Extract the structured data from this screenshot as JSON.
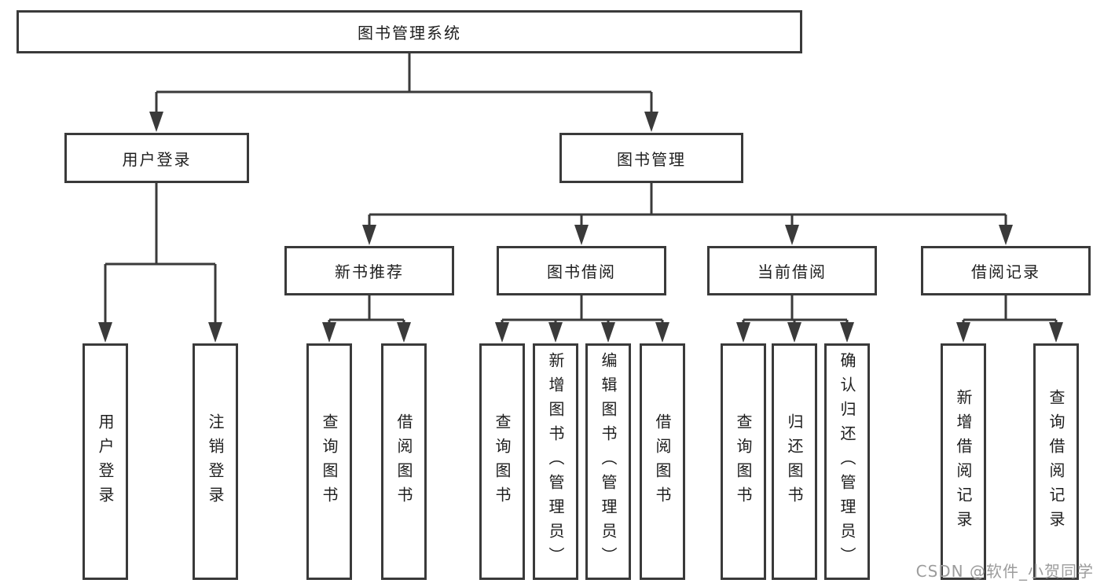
{
  "tree": {
    "root": {
      "label": "图书管理系统"
    },
    "user_login": {
      "label": "用户登录",
      "leaves": [
        "用户登录",
        "注销登录"
      ]
    },
    "book_mgmt": {
      "label": "图书管理",
      "groups": [
        {
          "label": "新书推荐",
          "leaves": [
            "查询图书",
            "借阅图书"
          ]
        },
        {
          "label": "图书借阅",
          "leaves": [
            "查询图书",
            "新增图书（管理员）",
            "编辑图书（管理员）",
            "借阅图书"
          ]
        },
        {
          "label": "当前借阅",
          "leaves": [
            "查询图书",
            "归还图书",
            "确认归还（管理员）"
          ]
        },
        {
          "label": "借阅记录",
          "leaves": [
            "新增借阅记录",
            "查询借阅记录"
          ]
        }
      ]
    }
  },
  "watermark": "CSDN @软件_小贺同学",
  "colors": {
    "line": "#3a3a3a",
    "box_border": "#3a3a3a",
    "text": "#1e1e1e",
    "watermark": "#9c9c9c",
    "background": "#ffffff"
  }
}
